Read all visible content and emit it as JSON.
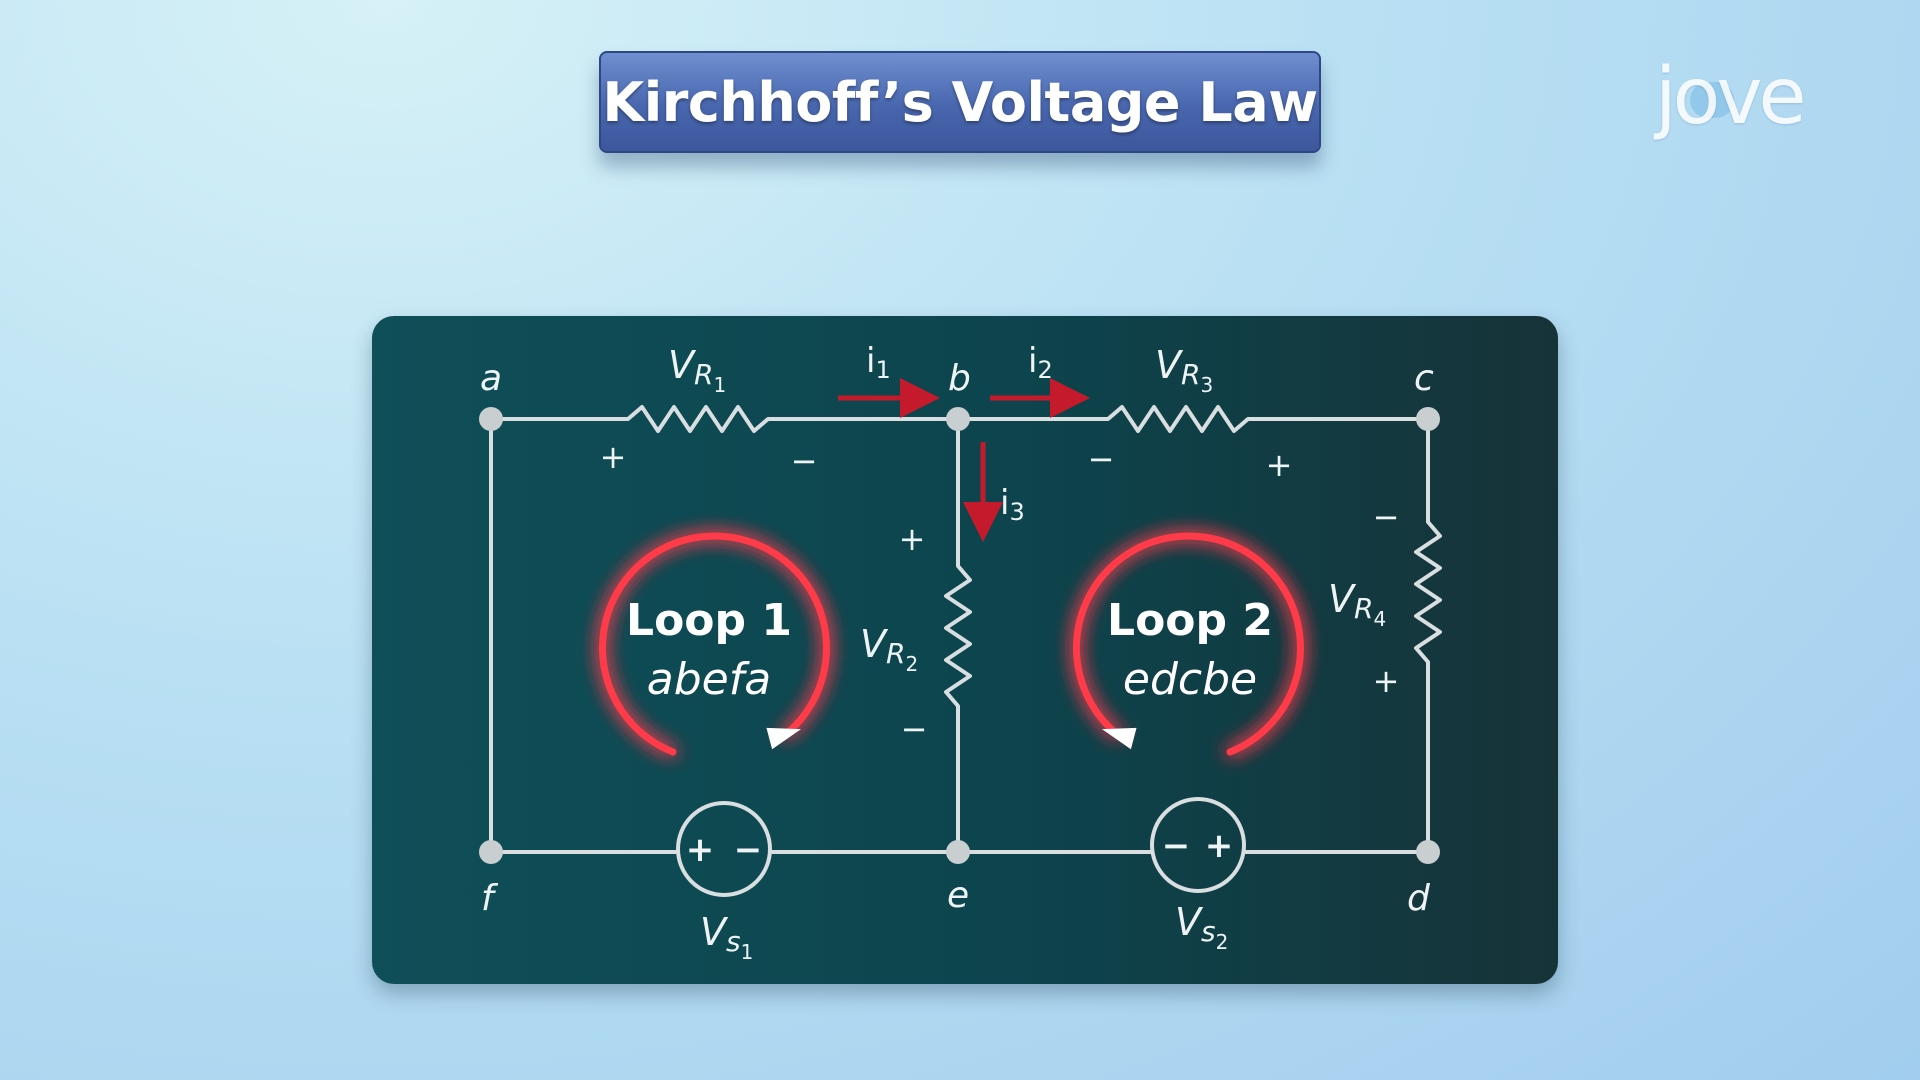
{
  "title": "Kirchhoff’s Voltage Law",
  "logo": "jove",
  "diagram": {
    "nodes": {
      "a": "a",
      "b": "b",
      "c": "c",
      "d": "d",
      "e": "e",
      "f": "f"
    },
    "resistors": {
      "r1": {
        "main": "V",
        "sub": "R",
        "subsub": "1",
        "plus": "+",
        "minus": "−"
      },
      "r2": {
        "main": "V",
        "sub": "R",
        "subsub": "2",
        "plus": "+",
        "minus": "−"
      },
      "r3": {
        "main": "V",
        "sub": "R",
        "subsub": "3",
        "plus": "+",
        "minus": "−"
      },
      "r4": {
        "main": "V",
        "sub": "R",
        "subsub": "4",
        "plus": "+",
        "minus": "−"
      }
    },
    "sources": {
      "s1": {
        "main": "V",
        "sub": "s",
        "subsub": "1",
        "left": "+",
        "right": "−"
      },
      "s2": {
        "main": "V",
        "sub": "s",
        "subsub": "2",
        "left": "−",
        "right": "+"
      }
    },
    "currents": {
      "i1": {
        "main": "i",
        "sub": "1"
      },
      "i2": {
        "main": "i",
        "sub": "2"
      },
      "i3": {
        "main": "i",
        "sub": "3"
      }
    },
    "loops": {
      "loop1": {
        "title": "Loop 1",
        "path": "abefa"
      },
      "loop2": {
        "title": "Loop 2",
        "path": "edcbe"
      }
    },
    "colors": {
      "wire": "#d9dfe0",
      "current_arrow": "#c41a2c",
      "loop_glow": "#ff2a3c"
    }
  }
}
